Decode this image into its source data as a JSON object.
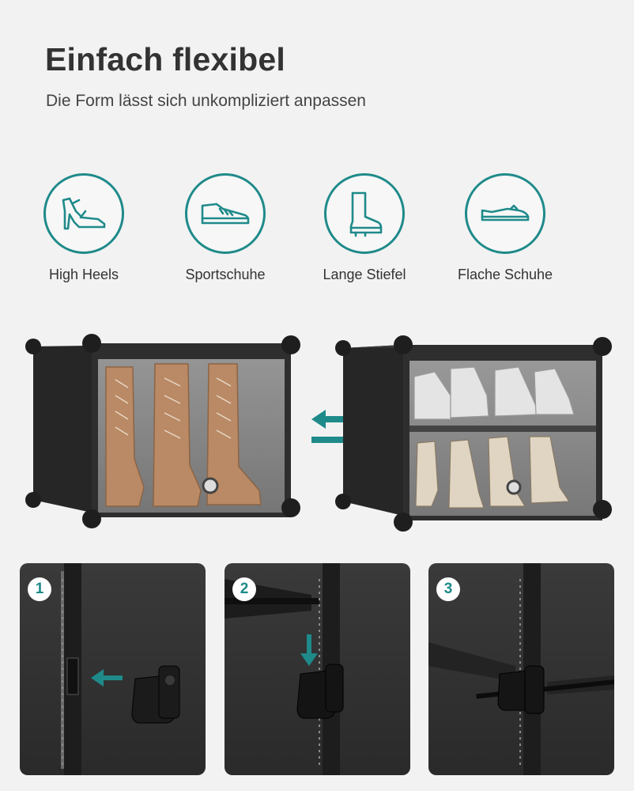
{
  "header": {
    "title": "Einfach flexibel",
    "subtitle": "Die Form lässt sich unkompliziert anpassen"
  },
  "shoe_types": [
    {
      "label": "High Heels",
      "icon": "high-heel-icon"
    },
    {
      "label": "Sportschuhe",
      "icon": "sneaker-icon"
    },
    {
      "label": "Lange Stiefel",
      "icon": "boot-icon"
    },
    {
      "label": "Flache Schuhe",
      "icon": "flat-shoe-icon"
    }
  ],
  "steps": [
    {
      "number": "1"
    },
    {
      "number": "2"
    },
    {
      "number": "3"
    }
  ],
  "colors": {
    "accent": "#1f8a8a",
    "background": "#f2f2f2",
    "cube_frame": "#2b2b2b"
  }
}
